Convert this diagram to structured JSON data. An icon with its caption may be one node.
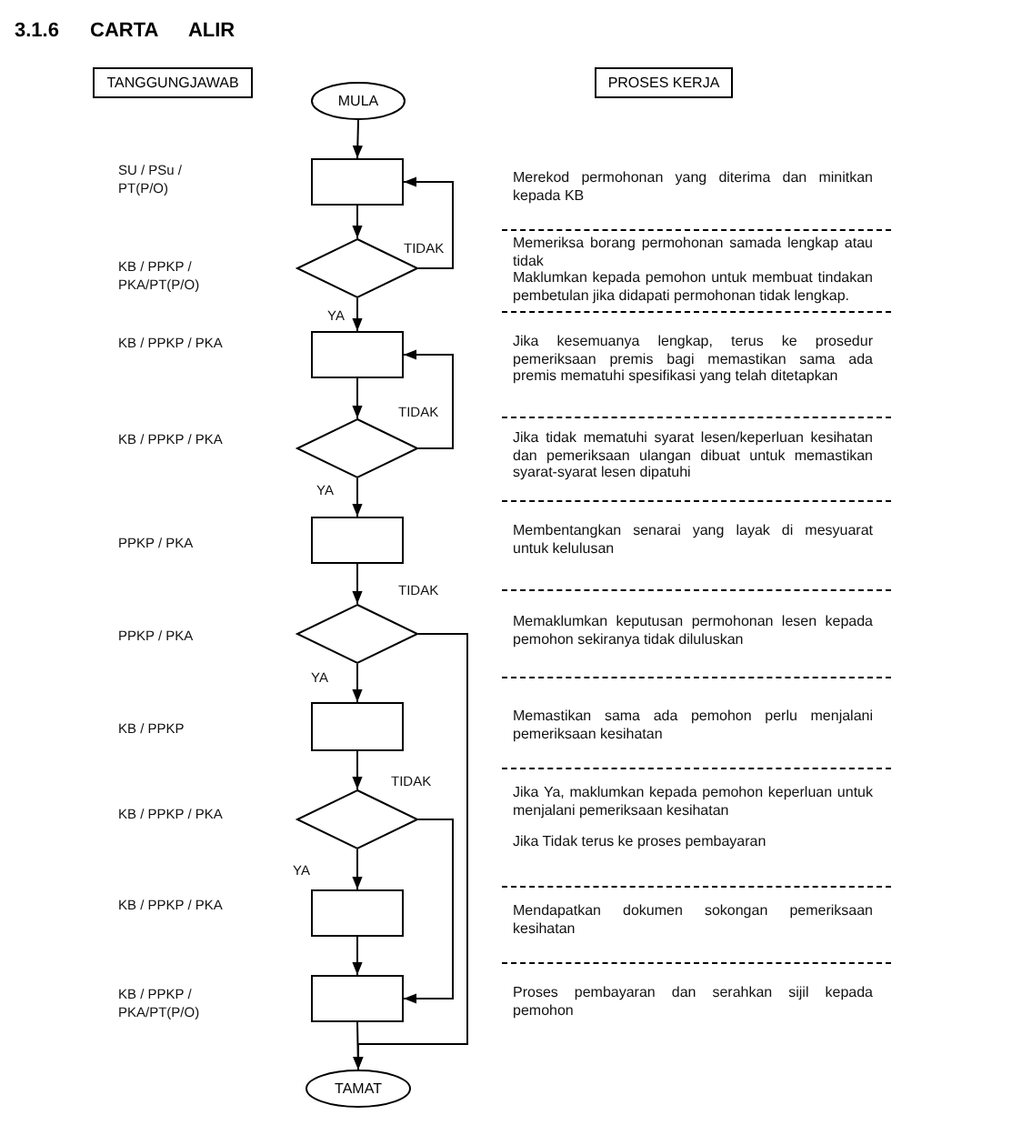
{
  "diagram": {
    "title": "3.1.6 CARTA ALIR",
    "nodes": [
      {
        "text": [
          "TANGGUNGJAWAB"
        ]
      },
      {
        "text": [
          "PROSES KERJA"
        ]
      },
      {
        "text": [
          "MULA"
        ]
      },
      {
        "text": [],
        "shape": "box"
      },
      {
        "text": [],
        "shape": "diamond"
      },
      {
        "text": [],
        "shape": "box"
      },
      {
        "text": [],
        "shape": "diamond"
      },
      {
        "text": [],
        "shape": "box"
      },
      {
        "text": [],
        "shape": "diamond"
      },
      {
        "text": [],
        "shape": "box"
      },
      {
        "text": [],
        "shape": "diamond"
      },
      {
        "text": [],
        "shape": "box"
      },
      {
        "text": [],
        "shape": "box"
      },
      {
        "text": [
          "TAMAT"
        ]
      }
    ],
    "edges": [
      {
        "from": 2,
        "to": 3,
        "arrow": "to"
      },
      {
        "from": 3,
        "to": 4,
        "arrow": "to"
      },
      {
        "from": 4,
        "to": 3,
        "arrow": "to",
        "label": "TIDAK"
      },
      {
        "from": 4,
        "to": 5,
        "arrow": "to",
        "label": "YA"
      },
      {
        "from": 5,
        "to": 6,
        "arrow": "to"
      },
      {
        "from": 6,
        "to": 5,
        "arrow": "to",
        "label": "TIDAK"
      },
      {
        "from": 6,
        "to": 7,
        "arrow": "to",
        "label": "YA"
      },
      {
        "from": 7,
        "to": 8,
        "arrow": "to"
      },
      {
        "from": 8,
        "to": 13,
        "arrow": "to",
        "label": "TIDAK"
      },
      {
        "from": 8,
        "to": 9,
        "arrow": "to",
        "label": "YA"
      },
      {
        "from": 9,
        "to": 10,
        "arrow": "to"
      },
      {
        "from": 10,
        "to": 12,
        "arrow": "to",
        "label": "TIDAK"
      },
      {
        "from": 10,
        "to": 11,
        "arrow": "to",
        "label": "YA"
      },
      {
        "from": 11,
        "to": 12,
        "arrow": "to"
      },
      {
        "from": 12,
        "to": 13,
        "arrow": "to"
      }
    ],
    "labels": [
      "SU / PSu / PT(P/O)",
      "Merekod permohonan yang diterima dan minitkan kepada KB",
      "KB / PPKP / PKA/PT(P/O)",
      "Memeriksa borang permohonan samada lengkap atau tidak",
      "Maklumkan kepada pemohon untuk membuat tindakan pembetulan jika didapati permohonan tidak lengkap.",
      "KB / PPKP / PKA",
      "Jika kesemuanya lengkap, terus ke prosedur pemeriksaan premis bagi memastikan sama ada premis mematuhi spesifikasi yang telah ditetapkan",
      "KB / PPKP / PKA",
      "Jika tidak mematuhi syarat lesen/keperluan kesihatan dan pemeriksaan ulangan dibuat untuk memastikan syarat-syarat lesen dipatuhi",
      "PPKP / PKA",
      "Membentangkan senarai yang layak di mesyuarat untuk kelulusan",
      "PPKP / PKA",
      "Memaklumkan keputusan permohonan lesen kepada pemohon sekiranya tidak diluluskan",
      "KB / PPKP",
      "Memastikan sama ada pemohon perlu menjalani pemeriksaan kesihatan",
      "KB / PPKP / PKA",
      "Jika Ya, maklumkan kepada pemohon keperluan untuk menjalani pemeriksaan kesihatan",
      "Jika Tidak terus ke proses pembayaran",
      "KB / PPKP / PKA",
      "Mendapatkan dokumen sokongan pemeriksaan kesihatan",
      "KB / PPKP / PKA/PT(P/O)",
      "Proses pembayaran dan serahkan sijil kepada pemohon"
    ]
  }
}
